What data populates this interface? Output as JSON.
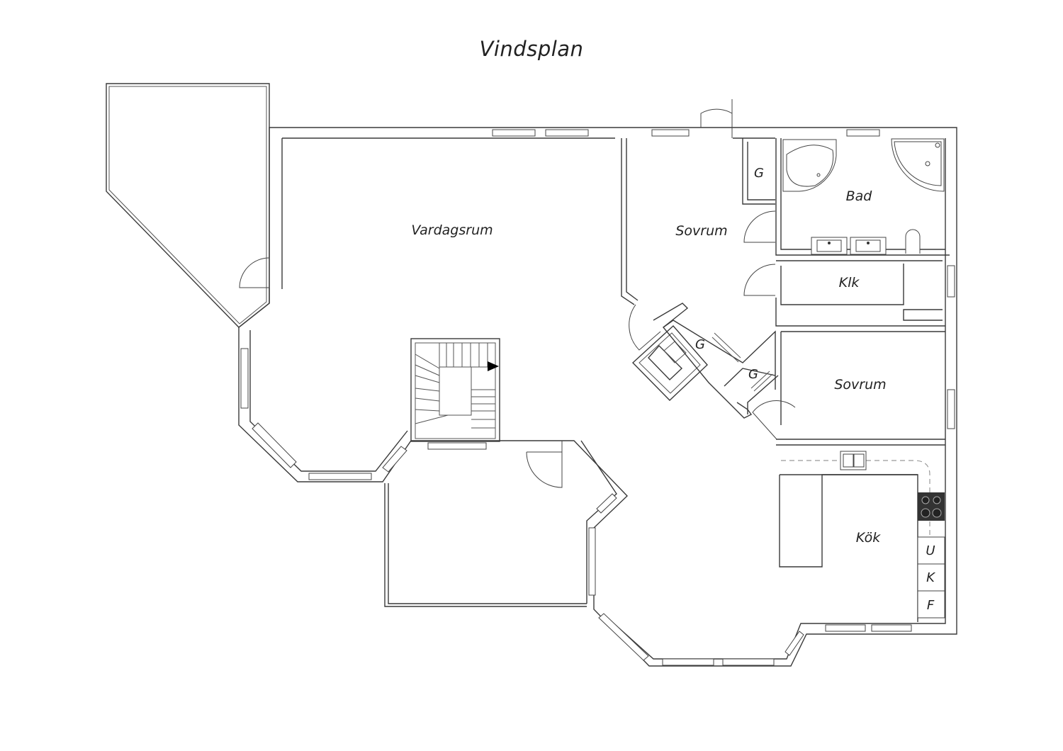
{
  "title": "Vindsplan",
  "rooms": {
    "vardagsrum": "Vardagsrum",
    "sovrum_1": "Sovrum",
    "sovrum_2": "Sovrum",
    "bad": "Bad",
    "klk": "Klk",
    "kok": "Kök",
    "garderob_1": "G",
    "garderob_2": "G",
    "garderob_3": "G"
  },
  "appliances": {
    "u": "U",
    "k": "K",
    "f": "F"
  }
}
